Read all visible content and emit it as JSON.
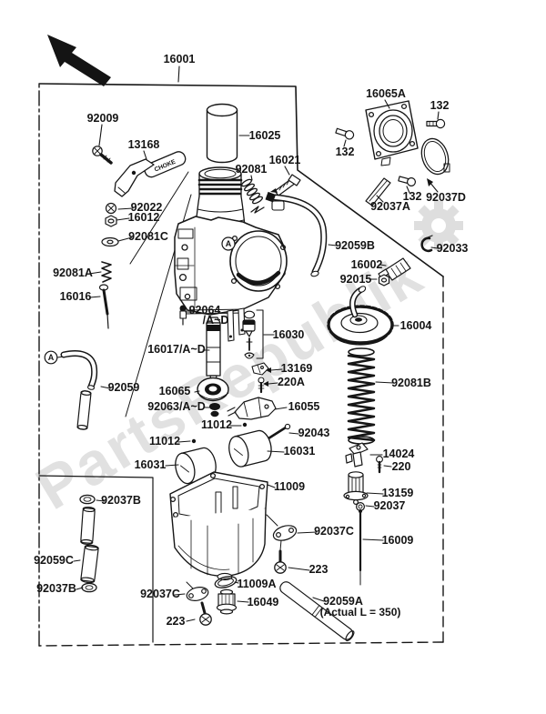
{
  "figure": {
    "assembly_number": "16001",
    "type": "exploded-parts-diagram",
    "subject": "carburetor"
  },
  "watermark": {
    "text": "PartsRepublik",
    "color": "#b8b8b8"
  },
  "colors": {
    "line": "#161616",
    "background": "#ffffff"
  },
  "callouts": {
    "main": "16001",
    "p92009": "92009",
    "p13168": "13168",
    "p16025": "16025",
    "p92081": "92081",
    "p16021": "16021",
    "p16065A": "16065A",
    "p132a": "132",
    "p132b": "132",
    "p132c": "132",
    "p92037D": "92037D",
    "p92037A": "92037A",
    "p92033": "92033",
    "p92059B": "92059B",
    "p16002": "16002",
    "p92015": "92015",
    "p92022": "92022",
    "p16012": "16012",
    "p92081C": "92081C",
    "p92081A": "92081A",
    "p16016": "16016",
    "p92059": "92059",
    "p92064": "92064",
    "p92064b": "/A~D",
    "p16017": "16017/A~D",
    "p16030": "16030",
    "p13169": "13169",
    "p220A": "220A",
    "p16055": "16055",
    "p92043": "92043",
    "p16031r": "16031",
    "p11012a": "11012",
    "p11012b": "11012",
    "p16031l": "16031",
    "p16065": "16065",
    "p92063": "92063/A~D",
    "p11009": "11009",
    "p92037Ba": "92037B",
    "p92059C": "92059C",
    "p92037Bb": "92037B",
    "p14024": "14024",
    "p220": "220",
    "p13159": "13159",
    "p92037": "92037",
    "p16009": "16009",
    "p92037Cr": "92037C",
    "p223r": "223",
    "p92037Cl": "92037C",
    "p223l": "223",
    "p11009A": "11009A",
    "p16049": "16049",
    "p92059A": "92059A",
    "p92059A_note": "(Actual L = 350)",
    "p92081B": "92081B",
    "p16004": "16004",
    "choke_text": "CHOKE",
    "marker_a_hose": "A",
    "marker_a_body": "A"
  }
}
